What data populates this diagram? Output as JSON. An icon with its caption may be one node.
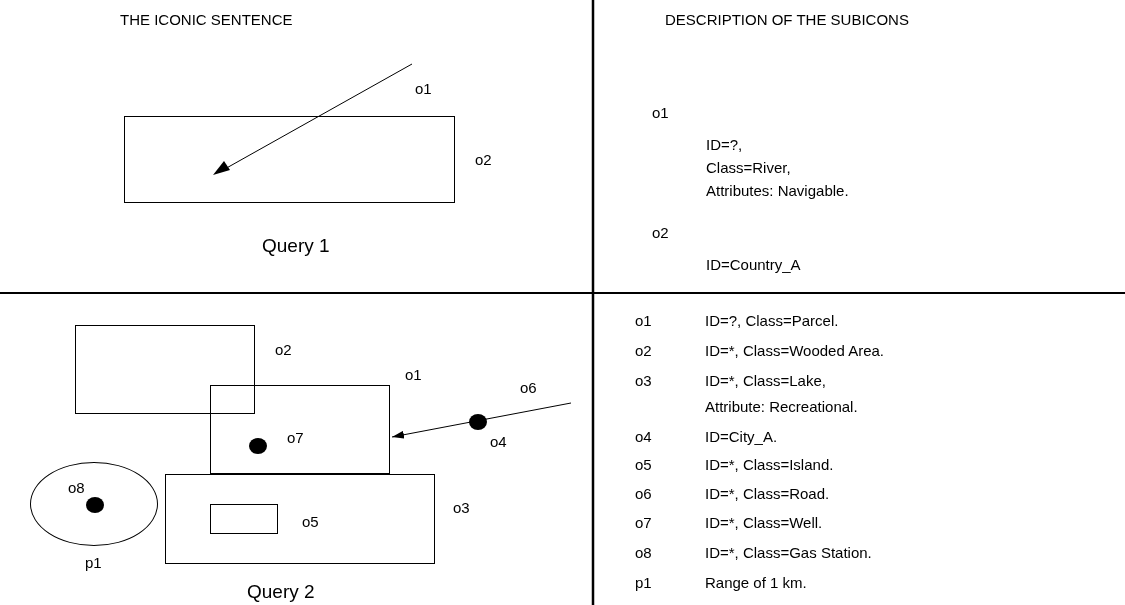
{
  "diagram": {
    "nodes": [
      {
        "text": [],
        "shape": "box",
        "beside": [
          "o2"
        ]
      },
      {
        "text": [],
        "shape": "arrow",
        "beside": [
          "o1"
        ]
      },
      {
        "text": [],
        "shape": "box",
        "beside": [
          "o2"
        ]
      },
      {
        "text": [],
        "shape": "box",
        "beside": [
          "o1"
        ]
      },
      {
        "text": [],
        "shape": "circle",
        "in": 3,
        "beside": [
          "o7"
        ]
      },
      {
        "text": [],
        "shape": "circle",
        "beside": [
          "o4"
        ]
      },
      {
        "text": [],
        "shape": "circle",
        "beside": [
          "p1"
        ]
      },
      {
        "text": [],
        "shape": "circle",
        "in": 6,
        "beside": [
          "o8"
        ]
      },
      {
        "text": [],
        "shape": "box",
        "beside": [
          "o3"
        ]
      },
      {
        "text": [],
        "shape": "box",
        "in": 8,
        "beside": [
          "o5"
        ]
      }
    ],
    "edges": [
      {
        "from": null,
        "to": 3,
        "arrow": "to",
        "label": "o6"
      }
    ],
    "labels": [
      "THE ICONIC SENTENCE",
      "DESCRIPTION OF THE SUBICONS",
      "o1",
      "ID=?,",
      "Class=River,",
      "Attributes: Navigable.",
      "Query 1",
      "o2",
      "ID=Country_A",
      "o1",
      "ID=?, Class=Parcel.",
      "o2",
      "ID=*, Class=Wooded Area.",
      "o3",
      "ID=*, Class=Lake,",
      "Attribute: Recreational.",
      "o4",
      "ID=City_A.",
      "o5",
      "ID=*, Class=Island.",
      "o6",
      "ID=*, Class=Road.",
      "o7",
      "ID=*, Class=Well.",
      "o8",
      "ID=*, Class=Gas Station.",
      "p1",
      "Range of 1 km.",
      "Query 2"
    ]
  }
}
